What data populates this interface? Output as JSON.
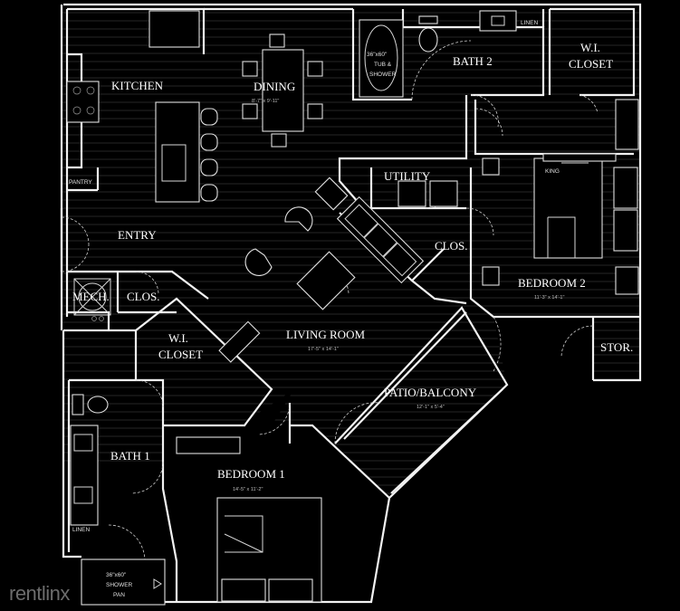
{
  "rooms": {
    "kitchen": {
      "label": "KITCHEN"
    },
    "dining": {
      "label": "DINING",
      "dim": "8'-7\" x 9'-11\""
    },
    "bath2": {
      "label": "BATH 2"
    },
    "wi_closet_2": {
      "line1": "W.I.",
      "line2": "CLOSET"
    },
    "utility": {
      "label": "UTILITY"
    },
    "closet_upper": {
      "label": "CLOS."
    },
    "bedroom2": {
      "label": "BEDROOM 2",
      "dim": "11'-3\" x 14'-1\""
    },
    "storage": {
      "label": "STOR."
    },
    "entry": {
      "label": "ENTRY"
    },
    "mech": {
      "label": "MECH."
    },
    "closet_lower": {
      "label": "CLOS."
    },
    "wi_closet_1": {
      "line1": "W.I.",
      "line2": "CLOSET"
    },
    "living_room": {
      "label": "LIVING ROOM",
      "dim": "17'-5\" x 14'-1\""
    },
    "patio": {
      "label": "PATIO/BALCONY",
      "dim": "12'-1\" x 5'-4\""
    },
    "bath1": {
      "label": "BATH 1"
    },
    "bedroom1": {
      "label": "BEDROOM 1",
      "dim": "14'-5\" x 11'-2\""
    },
    "pantry": {
      "label": "PANTRY"
    }
  },
  "fixtures": {
    "linen_top": "LINEN",
    "linen_bottom": "LINEN",
    "king_bed": "KING",
    "tub_shower": {
      "line1": "36\"x60\"",
      "line2": "TUB &",
      "line3": "SHOWER"
    },
    "shower_pan": {
      "line1": "36\"x60\"",
      "line2": "SHOWER",
      "line3": "PAN"
    }
  },
  "watermark": "rentlinx"
}
